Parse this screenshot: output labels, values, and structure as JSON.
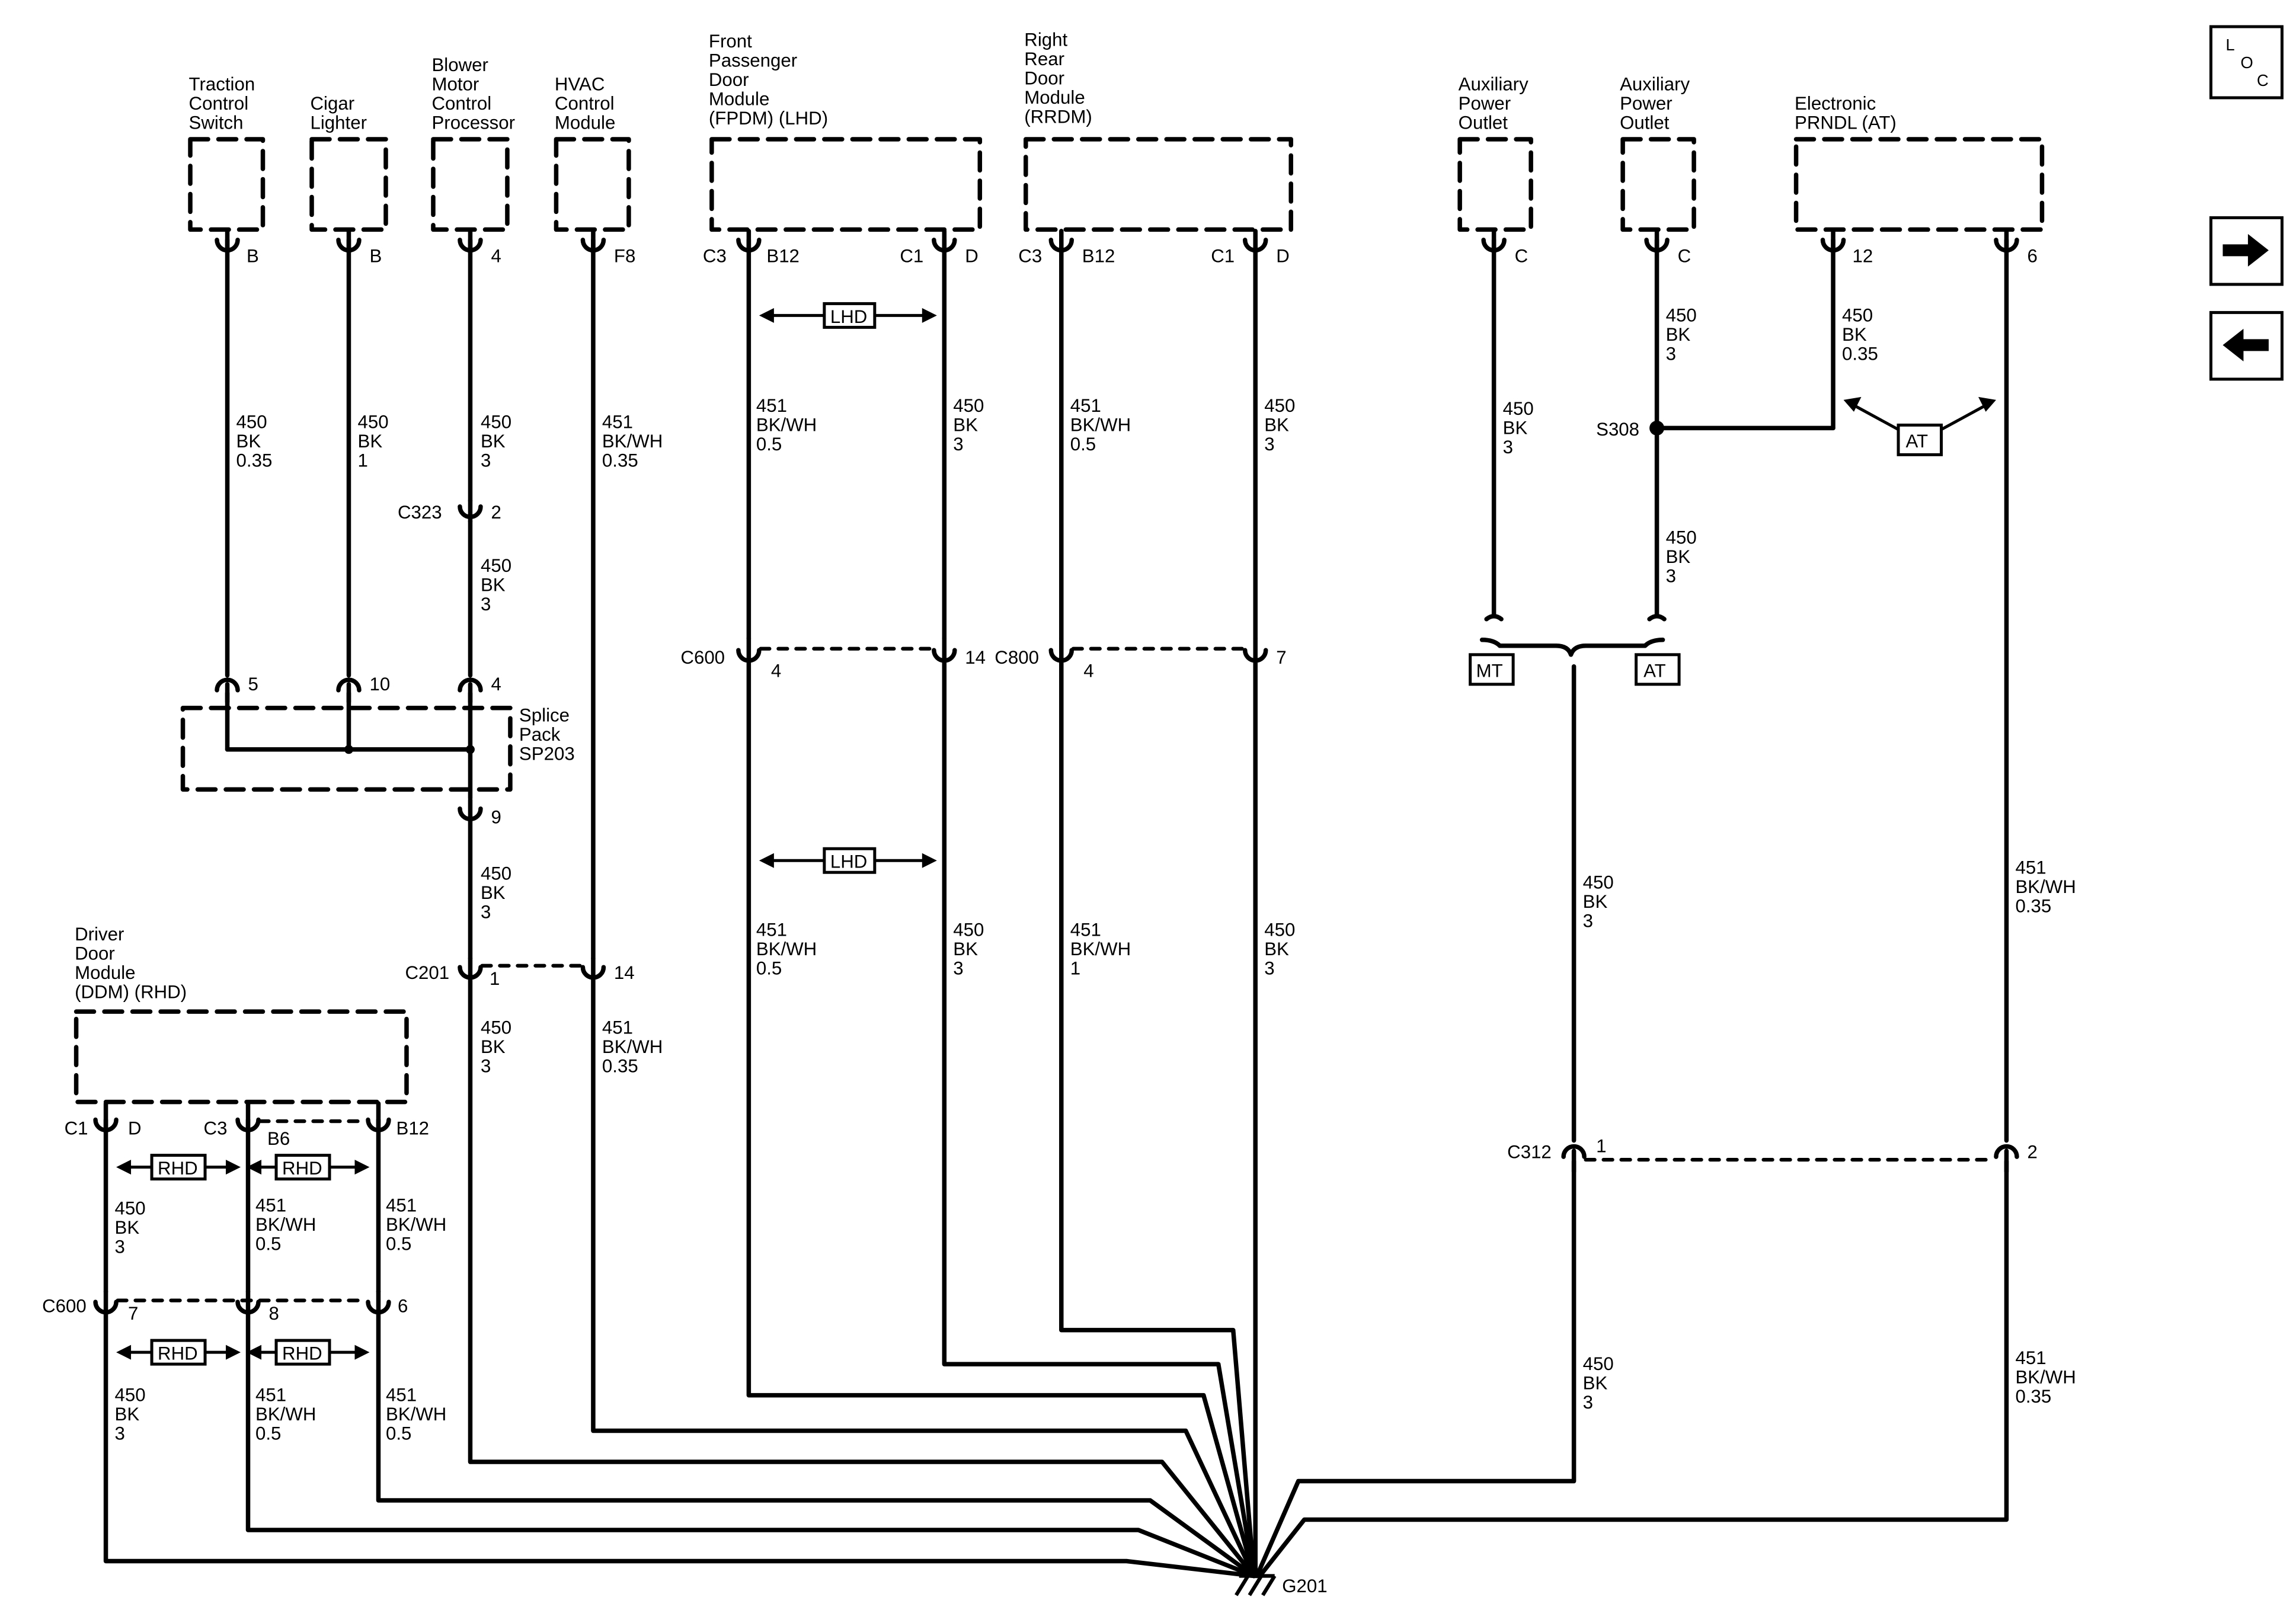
{
  "components": {
    "traction_control": [
      "Traction",
      "Control",
      "Switch"
    ],
    "cigar_lighter": [
      "Cigar",
      "Lighter"
    ],
    "blower_motor": [
      "Blower",
      "Motor",
      "Control",
      "Processor"
    ],
    "hvac": [
      "HVAC",
      "Control",
      "Module"
    ],
    "fpdm": [
      "Front",
      "Passenger",
      "Door",
      "Module",
      "(FPDM) (LHD)"
    ],
    "rrdm": [
      "Right",
      "Rear",
      "Door",
      "Module",
      "(RRDM)"
    ],
    "aux_outlet_1": [
      "Auxiliary",
      "Power",
      "Outlet"
    ],
    "aux_outlet_2": [
      "Auxiliary",
      "Power",
      "Outlet"
    ],
    "prndl": [
      "Electronic",
      "PRNDL (AT)"
    ],
    "ddm": [
      "Driver",
      "Door",
      "Module",
      "(DDM) (RHD)"
    ],
    "splice_pack": [
      "Splice",
      "Pack",
      "SP203"
    ]
  },
  "pins": {
    "tcs": "B",
    "cig": "B",
    "blower": "4",
    "hvac": "F8",
    "fpdm_c3": "C3",
    "fpdm_b12": "B12",
    "fpdm_c1": "C1",
    "fpdm_d": "D",
    "rrdm_c3": "C3",
    "rrdm_b12": "B12",
    "rrdm_c1": "C1",
    "rrdm_d": "D",
    "aux1": "C",
    "aux2": "C",
    "prndl_12": "12",
    "prndl_6": "6",
    "sp_5": "5",
    "sp_10": "10",
    "sp_4": "4",
    "sp_9": "9",
    "c323_id": "C323",
    "c323_pin": "2",
    "c201_id": "C201",
    "c201_1": "1",
    "c201_14": "14",
    "c600_id": "C600",
    "c600_4": "4",
    "c600_14": "14",
    "c800_id": "C800",
    "c800_4": "4",
    "c800_7": "7",
    "ddm_c1": "C1",
    "ddm_d": "D",
    "ddm_c3": "C3",
    "ddm_b6": "B6",
    "ddm_b12": "B12",
    "c600b_id": "C600",
    "c600b_7": "7",
    "c600b_8": "8",
    "c600b_6": "6",
    "c312_id": "C312",
    "c312_1": "1",
    "c312_2": "2",
    "s308": "S308",
    "g201": "G201"
  },
  "wires": {
    "tcs": [
      "450",
      "BK",
      "0.35"
    ],
    "cig": [
      "450",
      "BK",
      "1"
    ],
    "blower_a": [
      "450",
      "BK",
      "3"
    ],
    "blower_b": [
      "450",
      "BK",
      "3"
    ],
    "hvac": [
      "451",
      "BK/WH",
      "0.35"
    ],
    "sp_out": [
      "450",
      "BK",
      "3"
    ],
    "c201_l": [
      "450",
      "BK",
      "3"
    ],
    "c201_r": [
      "451",
      "BK/WH",
      "0.35"
    ],
    "fpdm_l_top": [
      "451",
      "BK/WH",
      "0.5"
    ],
    "fpdm_r_top": [
      "450",
      "BK",
      "3"
    ],
    "rrdm_l_top": [
      "451",
      "BK/WH",
      "0.5"
    ],
    "rrdm_r_top": [
      "450",
      "BK",
      "3"
    ],
    "fpdm_l_bot": [
      "451",
      "BK/WH",
      "0.5"
    ],
    "fpdm_r_bot": [
      "450",
      "BK",
      "3"
    ],
    "rrdm_l_bot": [
      "451",
      "BK/WH",
      "1"
    ],
    "rrdm_r_bot": [
      "450",
      "BK",
      "3"
    ],
    "aux1": [
      "450",
      "BK",
      "3"
    ],
    "aux2_top": [
      "450",
      "BK",
      "3"
    ],
    "aux2_bot": [
      "450",
      "BK",
      "3"
    ],
    "prndl_12": [
      "450",
      "BK",
      "0.35"
    ],
    "outlet_mid": [
      "450",
      "BK",
      "3"
    ],
    "prndl_6": [
      "451",
      "BK/WH",
      "0.35"
    ],
    "c312_l_bot": [
      "450",
      "BK",
      "3"
    ],
    "c312_r_bot": [
      "451",
      "BK/WH",
      "0.35"
    ],
    "ddm_d": [
      "450",
      "BK",
      "3"
    ],
    "ddm_c3": [
      "451",
      "BK/WH",
      "0.5"
    ],
    "ddm_b12": [
      "451",
      "BK/WH",
      "0.5"
    ],
    "c600b_7": [
      "450",
      "BK",
      "3"
    ],
    "c600b_8": [
      "451",
      "BK/WH",
      "0.5"
    ],
    "c600b_6": [
      "451",
      "BK/WH",
      "0.5"
    ]
  },
  "options": {
    "lhd": "LHD",
    "rhd": "RHD",
    "at": "AT",
    "mt": "MT"
  },
  "nav": {
    "loc": [
      "L",
      "O",
      "C"
    ],
    "next_icon": "arrow-right-icon",
    "prev_icon": "arrow-left-icon"
  }
}
